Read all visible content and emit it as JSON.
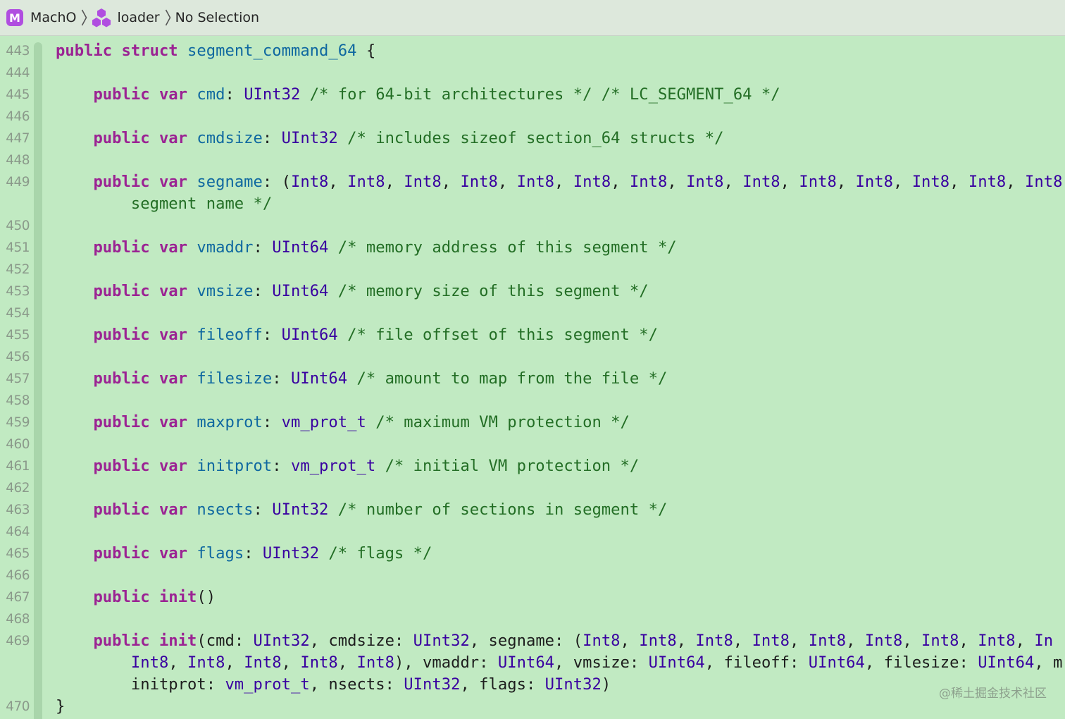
{
  "jumpbar": {
    "crumbs": [
      {
        "label": "MachO",
        "icon": "macho-module-icon",
        "icon_letter": "M"
      },
      {
        "label": "loader",
        "icon": "package-icon"
      },
      {
        "label": "No Selection",
        "icon": null
      }
    ]
  },
  "colors": {
    "editor_background": "#c1eac2",
    "keyword": "#9b2393",
    "type": "#3900a0",
    "identifier": "#0f68a0",
    "comment": "#236e25",
    "plain": "#1d1d1d",
    "line_number": "#8b9a8b"
  },
  "editor": {
    "line_numbers": [
      "443",
      "444",
      "445",
      "446",
      "447",
      "448",
      "449",
      "450",
      "451",
      "452",
      "453",
      "454",
      "455",
      "456",
      "457",
      "458",
      "459",
      "460",
      "461",
      "462",
      "463",
      "464",
      "465",
      "466",
      "467",
      "468",
      "469",
      "470"
    ],
    "lines": [
      [
        {
          "t": "kw",
          "s": "public"
        },
        {
          "t": "pl",
          "s": " "
        },
        {
          "t": "kw",
          "s": "struct"
        },
        {
          "t": "pl",
          "s": " "
        },
        {
          "t": "id",
          "s": "segment_command_64"
        },
        {
          "t": "pl",
          "s": " {"
        }
      ],
      [],
      [
        {
          "t": "pl",
          "s": "    "
        },
        {
          "t": "kw",
          "s": "public"
        },
        {
          "t": "pl",
          "s": " "
        },
        {
          "t": "kw",
          "s": "var"
        },
        {
          "t": "pl",
          "s": " "
        },
        {
          "t": "id",
          "s": "cmd"
        },
        {
          "t": "pl",
          "s": ": "
        },
        {
          "t": "ty",
          "s": "UInt32"
        },
        {
          "t": "pl",
          "s": " "
        },
        {
          "t": "cm",
          "s": "/* for 64-bit architectures */ /* LC_SEGMENT_64 */"
        }
      ],
      [],
      [
        {
          "t": "pl",
          "s": "    "
        },
        {
          "t": "kw",
          "s": "public"
        },
        {
          "t": "pl",
          "s": " "
        },
        {
          "t": "kw",
          "s": "var"
        },
        {
          "t": "pl",
          "s": " "
        },
        {
          "t": "id",
          "s": "cmdsize"
        },
        {
          "t": "pl",
          "s": ": "
        },
        {
          "t": "ty",
          "s": "UInt32"
        },
        {
          "t": "pl",
          "s": " "
        },
        {
          "t": "cm",
          "s": "/* includes sizeof section_64 structs */"
        }
      ],
      [],
      [
        {
          "t": "pl",
          "s": "    "
        },
        {
          "t": "kw",
          "s": "public"
        },
        {
          "t": "pl",
          "s": " "
        },
        {
          "t": "kw",
          "s": "var"
        },
        {
          "t": "pl",
          "s": " "
        },
        {
          "t": "id",
          "s": "segname"
        },
        {
          "t": "pl",
          "s": ": ("
        },
        {
          "t": "ty",
          "s": "Int8"
        },
        {
          "t": "pl",
          "s": ", "
        },
        {
          "t": "ty",
          "s": "Int8"
        },
        {
          "t": "pl",
          "s": ", "
        },
        {
          "t": "ty",
          "s": "Int8"
        },
        {
          "t": "pl",
          "s": ", "
        },
        {
          "t": "ty",
          "s": "Int8"
        },
        {
          "t": "pl",
          "s": ", "
        },
        {
          "t": "ty",
          "s": "Int8"
        },
        {
          "t": "pl",
          "s": ", "
        },
        {
          "t": "ty",
          "s": "Int8"
        },
        {
          "t": "pl",
          "s": ", "
        },
        {
          "t": "ty",
          "s": "Int8"
        },
        {
          "t": "pl",
          "s": ", "
        },
        {
          "t": "ty",
          "s": "Int8"
        },
        {
          "t": "pl",
          "s": ", "
        },
        {
          "t": "ty",
          "s": "Int8"
        },
        {
          "t": "pl",
          "s": ", "
        },
        {
          "t": "ty",
          "s": "Int8"
        },
        {
          "t": "pl",
          "s": ", "
        },
        {
          "t": "ty",
          "s": "Int8"
        },
        {
          "t": "pl",
          "s": ", "
        },
        {
          "t": "ty",
          "s": "Int8"
        },
        {
          "t": "pl",
          "s": ", "
        },
        {
          "t": "ty",
          "s": "Int8"
        },
        {
          "t": "pl",
          "s": ", "
        },
        {
          "t": "ty",
          "s": "Int8"
        }
      ],
      [
        {
          "t": "cm",
          "s": "        segment name */"
        }
      ],
      [],
      [
        {
          "t": "pl",
          "s": "    "
        },
        {
          "t": "kw",
          "s": "public"
        },
        {
          "t": "pl",
          "s": " "
        },
        {
          "t": "kw",
          "s": "var"
        },
        {
          "t": "pl",
          "s": " "
        },
        {
          "t": "id",
          "s": "vmaddr"
        },
        {
          "t": "pl",
          "s": ": "
        },
        {
          "t": "ty",
          "s": "UInt64"
        },
        {
          "t": "pl",
          "s": " "
        },
        {
          "t": "cm",
          "s": "/* memory address of this segment */"
        }
      ],
      [],
      [
        {
          "t": "pl",
          "s": "    "
        },
        {
          "t": "kw",
          "s": "public"
        },
        {
          "t": "pl",
          "s": " "
        },
        {
          "t": "kw",
          "s": "var"
        },
        {
          "t": "pl",
          "s": " "
        },
        {
          "t": "id",
          "s": "vmsize"
        },
        {
          "t": "pl",
          "s": ": "
        },
        {
          "t": "ty",
          "s": "UInt64"
        },
        {
          "t": "pl",
          "s": " "
        },
        {
          "t": "cm",
          "s": "/* memory size of this segment */"
        }
      ],
      [],
      [
        {
          "t": "pl",
          "s": "    "
        },
        {
          "t": "kw",
          "s": "public"
        },
        {
          "t": "pl",
          "s": " "
        },
        {
          "t": "kw",
          "s": "var"
        },
        {
          "t": "pl",
          "s": " "
        },
        {
          "t": "id",
          "s": "fileoff"
        },
        {
          "t": "pl",
          "s": ": "
        },
        {
          "t": "ty",
          "s": "UInt64"
        },
        {
          "t": "pl",
          "s": " "
        },
        {
          "t": "cm",
          "s": "/* file offset of this segment */"
        }
      ],
      [],
      [
        {
          "t": "pl",
          "s": "    "
        },
        {
          "t": "kw",
          "s": "public"
        },
        {
          "t": "pl",
          "s": " "
        },
        {
          "t": "kw",
          "s": "var"
        },
        {
          "t": "pl",
          "s": " "
        },
        {
          "t": "id",
          "s": "filesize"
        },
        {
          "t": "pl",
          "s": ": "
        },
        {
          "t": "ty",
          "s": "UInt64"
        },
        {
          "t": "pl",
          "s": " "
        },
        {
          "t": "cm",
          "s": "/* amount to map from the file */"
        }
      ],
      [],
      [
        {
          "t": "pl",
          "s": "    "
        },
        {
          "t": "kw",
          "s": "public"
        },
        {
          "t": "pl",
          "s": " "
        },
        {
          "t": "kw",
          "s": "var"
        },
        {
          "t": "pl",
          "s": " "
        },
        {
          "t": "id",
          "s": "maxprot"
        },
        {
          "t": "pl",
          "s": ": "
        },
        {
          "t": "ty",
          "s": "vm_prot_t"
        },
        {
          "t": "pl",
          "s": " "
        },
        {
          "t": "cm",
          "s": "/* maximum VM protection */"
        }
      ],
      [],
      [
        {
          "t": "pl",
          "s": "    "
        },
        {
          "t": "kw",
          "s": "public"
        },
        {
          "t": "pl",
          "s": " "
        },
        {
          "t": "kw",
          "s": "var"
        },
        {
          "t": "pl",
          "s": " "
        },
        {
          "t": "id",
          "s": "initprot"
        },
        {
          "t": "pl",
          "s": ": "
        },
        {
          "t": "ty",
          "s": "vm_prot_t"
        },
        {
          "t": "pl",
          "s": " "
        },
        {
          "t": "cm",
          "s": "/* initial VM protection */"
        }
      ],
      [],
      [
        {
          "t": "pl",
          "s": "    "
        },
        {
          "t": "kw",
          "s": "public"
        },
        {
          "t": "pl",
          "s": " "
        },
        {
          "t": "kw",
          "s": "var"
        },
        {
          "t": "pl",
          "s": " "
        },
        {
          "t": "id",
          "s": "nsects"
        },
        {
          "t": "pl",
          "s": ": "
        },
        {
          "t": "ty",
          "s": "UInt32"
        },
        {
          "t": "pl",
          "s": " "
        },
        {
          "t": "cm",
          "s": "/* number of sections in segment */"
        }
      ],
      [],
      [
        {
          "t": "pl",
          "s": "    "
        },
        {
          "t": "kw",
          "s": "public"
        },
        {
          "t": "pl",
          "s": " "
        },
        {
          "t": "kw",
          "s": "var"
        },
        {
          "t": "pl",
          "s": " "
        },
        {
          "t": "id",
          "s": "flags"
        },
        {
          "t": "pl",
          "s": ": "
        },
        {
          "t": "ty",
          "s": "UInt32"
        },
        {
          "t": "pl",
          "s": " "
        },
        {
          "t": "cm",
          "s": "/* flags */"
        }
      ],
      [],
      [
        {
          "t": "pl",
          "s": "    "
        },
        {
          "t": "kw",
          "s": "public"
        },
        {
          "t": "pl",
          "s": " "
        },
        {
          "t": "kw",
          "s": "init"
        },
        {
          "t": "pl",
          "s": "()"
        }
      ],
      [],
      [
        {
          "t": "pl",
          "s": "    "
        },
        {
          "t": "kw",
          "s": "public"
        },
        {
          "t": "pl",
          "s": " "
        },
        {
          "t": "kw",
          "s": "init"
        },
        {
          "t": "pl",
          "s": "(cmd: "
        },
        {
          "t": "ty",
          "s": "UInt32"
        },
        {
          "t": "pl",
          "s": ", cmdsize: "
        },
        {
          "t": "ty",
          "s": "UInt32"
        },
        {
          "t": "pl",
          "s": ", segname: ("
        },
        {
          "t": "ty",
          "s": "Int8"
        },
        {
          "t": "pl",
          "s": ", "
        },
        {
          "t": "ty",
          "s": "Int8"
        },
        {
          "t": "pl",
          "s": ", "
        },
        {
          "t": "ty",
          "s": "Int8"
        },
        {
          "t": "pl",
          "s": ", "
        },
        {
          "t": "ty",
          "s": "Int8"
        },
        {
          "t": "pl",
          "s": ", "
        },
        {
          "t": "ty",
          "s": "Int8"
        },
        {
          "t": "pl",
          "s": ", "
        },
        {
          "t": "ty",
          "s": "Int8"
        },
        {
          "t": "pl",
          "s": ", "
        },
        {
          "t": "ty",
          "s": "Int8"
        },
        {
          "t": "pl",
          "s": ", "
        },
        {
          "t": "ty",
          "s": "Int8"
        },
        {
          "t": "pl",
          "s": ", "
        },
        {
          "t": "ty",
          "s": "In"
        }
      ],
      [
        {
          "t": "pl",
          "s": "        "
        },
        {
          "t": "ty",
          "s": "Int8"
        },
        {
          "t": "pl",
          "s": ", "
        },
        {
          "t": "ty",
          "s": "Int8"
        },
        {
          "t": "pl",
          "s": ", "
        },
        {
          "t": "ty",
          "s": "Int8"
        },
        {
          "t": "pl",
          "s": ", "
        },
        {
          "t": "ty",
          "s": "Int8"
        },
        {
          "t": "pl",
          "s": ", "
        },
        {
          "t": "ty",
          "s": "Int8"
        },
        {
          "t": "pl",
          "s": "), vmaddr: "
        },
        {
          "t": "ty",
          "s": "UInt64"
        },
        {
          "t": "pl",
          "s": ", vmsize: "
        },
        {
          "t": "ty",
          "s": "UInt64"
        },
        {
          "t": "pl",
          "s": ", fileoff: "
        },
        {
          "t": "ty",
          "s": "UInt64"
        },
        {
          "t": "pl",
          "s": ", filesize: "
        },
        {
          "t": "ty",
          "s": "UInt64"
        },
        {
          "t": "pl",
          "s": ", m"
        }
      ],
      [
        {
          "t": "pl",
          "s": "        initprot: "
        },
        {
          "t": "ty",
          "s": "vm_prot_t"
        },
        {
          "t": "pl",
          "s": ", nsects: "
        },
        {
          "t": "ty",
          "s": "UInt32"
        },
        {
          "t": "pl",
          "s": ", flags: "
        },
        {
          "t": "ty",
          "s": "UInt32"
        },
        {
          "t": "pl",
          "s": ")"
        }
      ],
      [
        {
          "t": "pl",
          "s": "}"
        }
      ]
    ]
  },
  "watermark": "@稀土掘金技术社区"
}
